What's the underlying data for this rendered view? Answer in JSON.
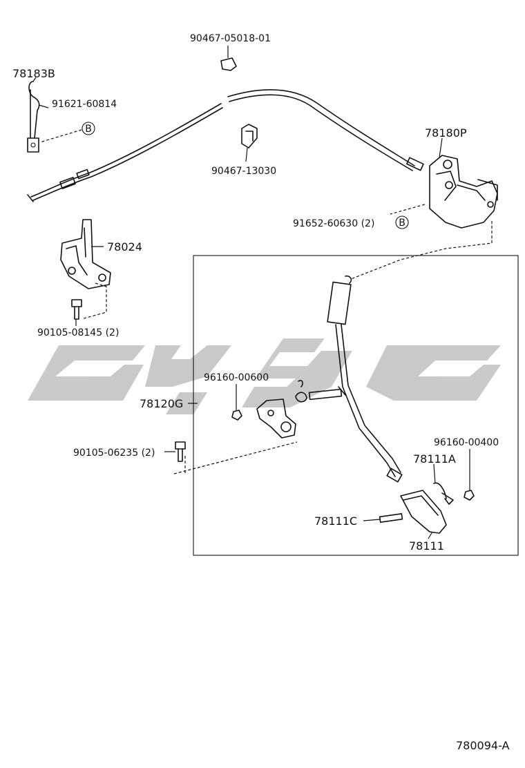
{
  "watermark": {
    "name": "watermark-logo",
    "color": "#bdbdbd"
  },
  "frame_number": "780094-A",
  "parts": {
    "p78183B": "78183B",
    "p91621": "91621-60814",
    "p90467_05018": "90467-05018-01",
    "p90467_13030": "90467-13030",
    "p78180P": "78180P",
    "p91652": "91652-60630 (2)",
    "p78024": "78024",
    "p90105_08145": "90105-08145 (2)",
    "p96160_00600": "96160-00600",
    "p78120G": "78120G",
    "p90105_06235": "90105-06235 (2)",
    "p96160_00400": "96160-00400",
    "p78111A": "78111A",
    "p78111C": "78111C",
    "p78111": "78111"
  },
  "markers": {
    "b1": "B",
    "b2": "B"
  }
}
